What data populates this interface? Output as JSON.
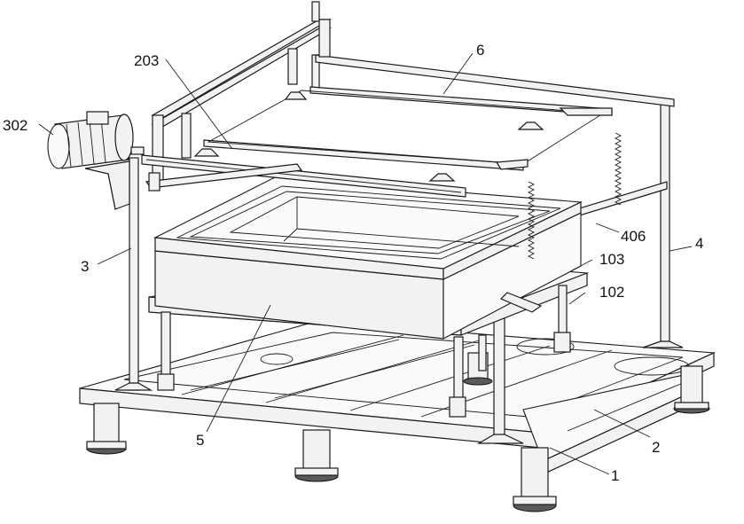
{
  "labels": {
    "l1": "1",
    "l2": "2",
    "l3": "3",
    "l4": "4",
    "l5": "5",
    "l6": "6",
    "l102": "102",
    "l103": "103",
    "l203": "203",
    "l302": "302",
    "l406": "406"
  }
}
